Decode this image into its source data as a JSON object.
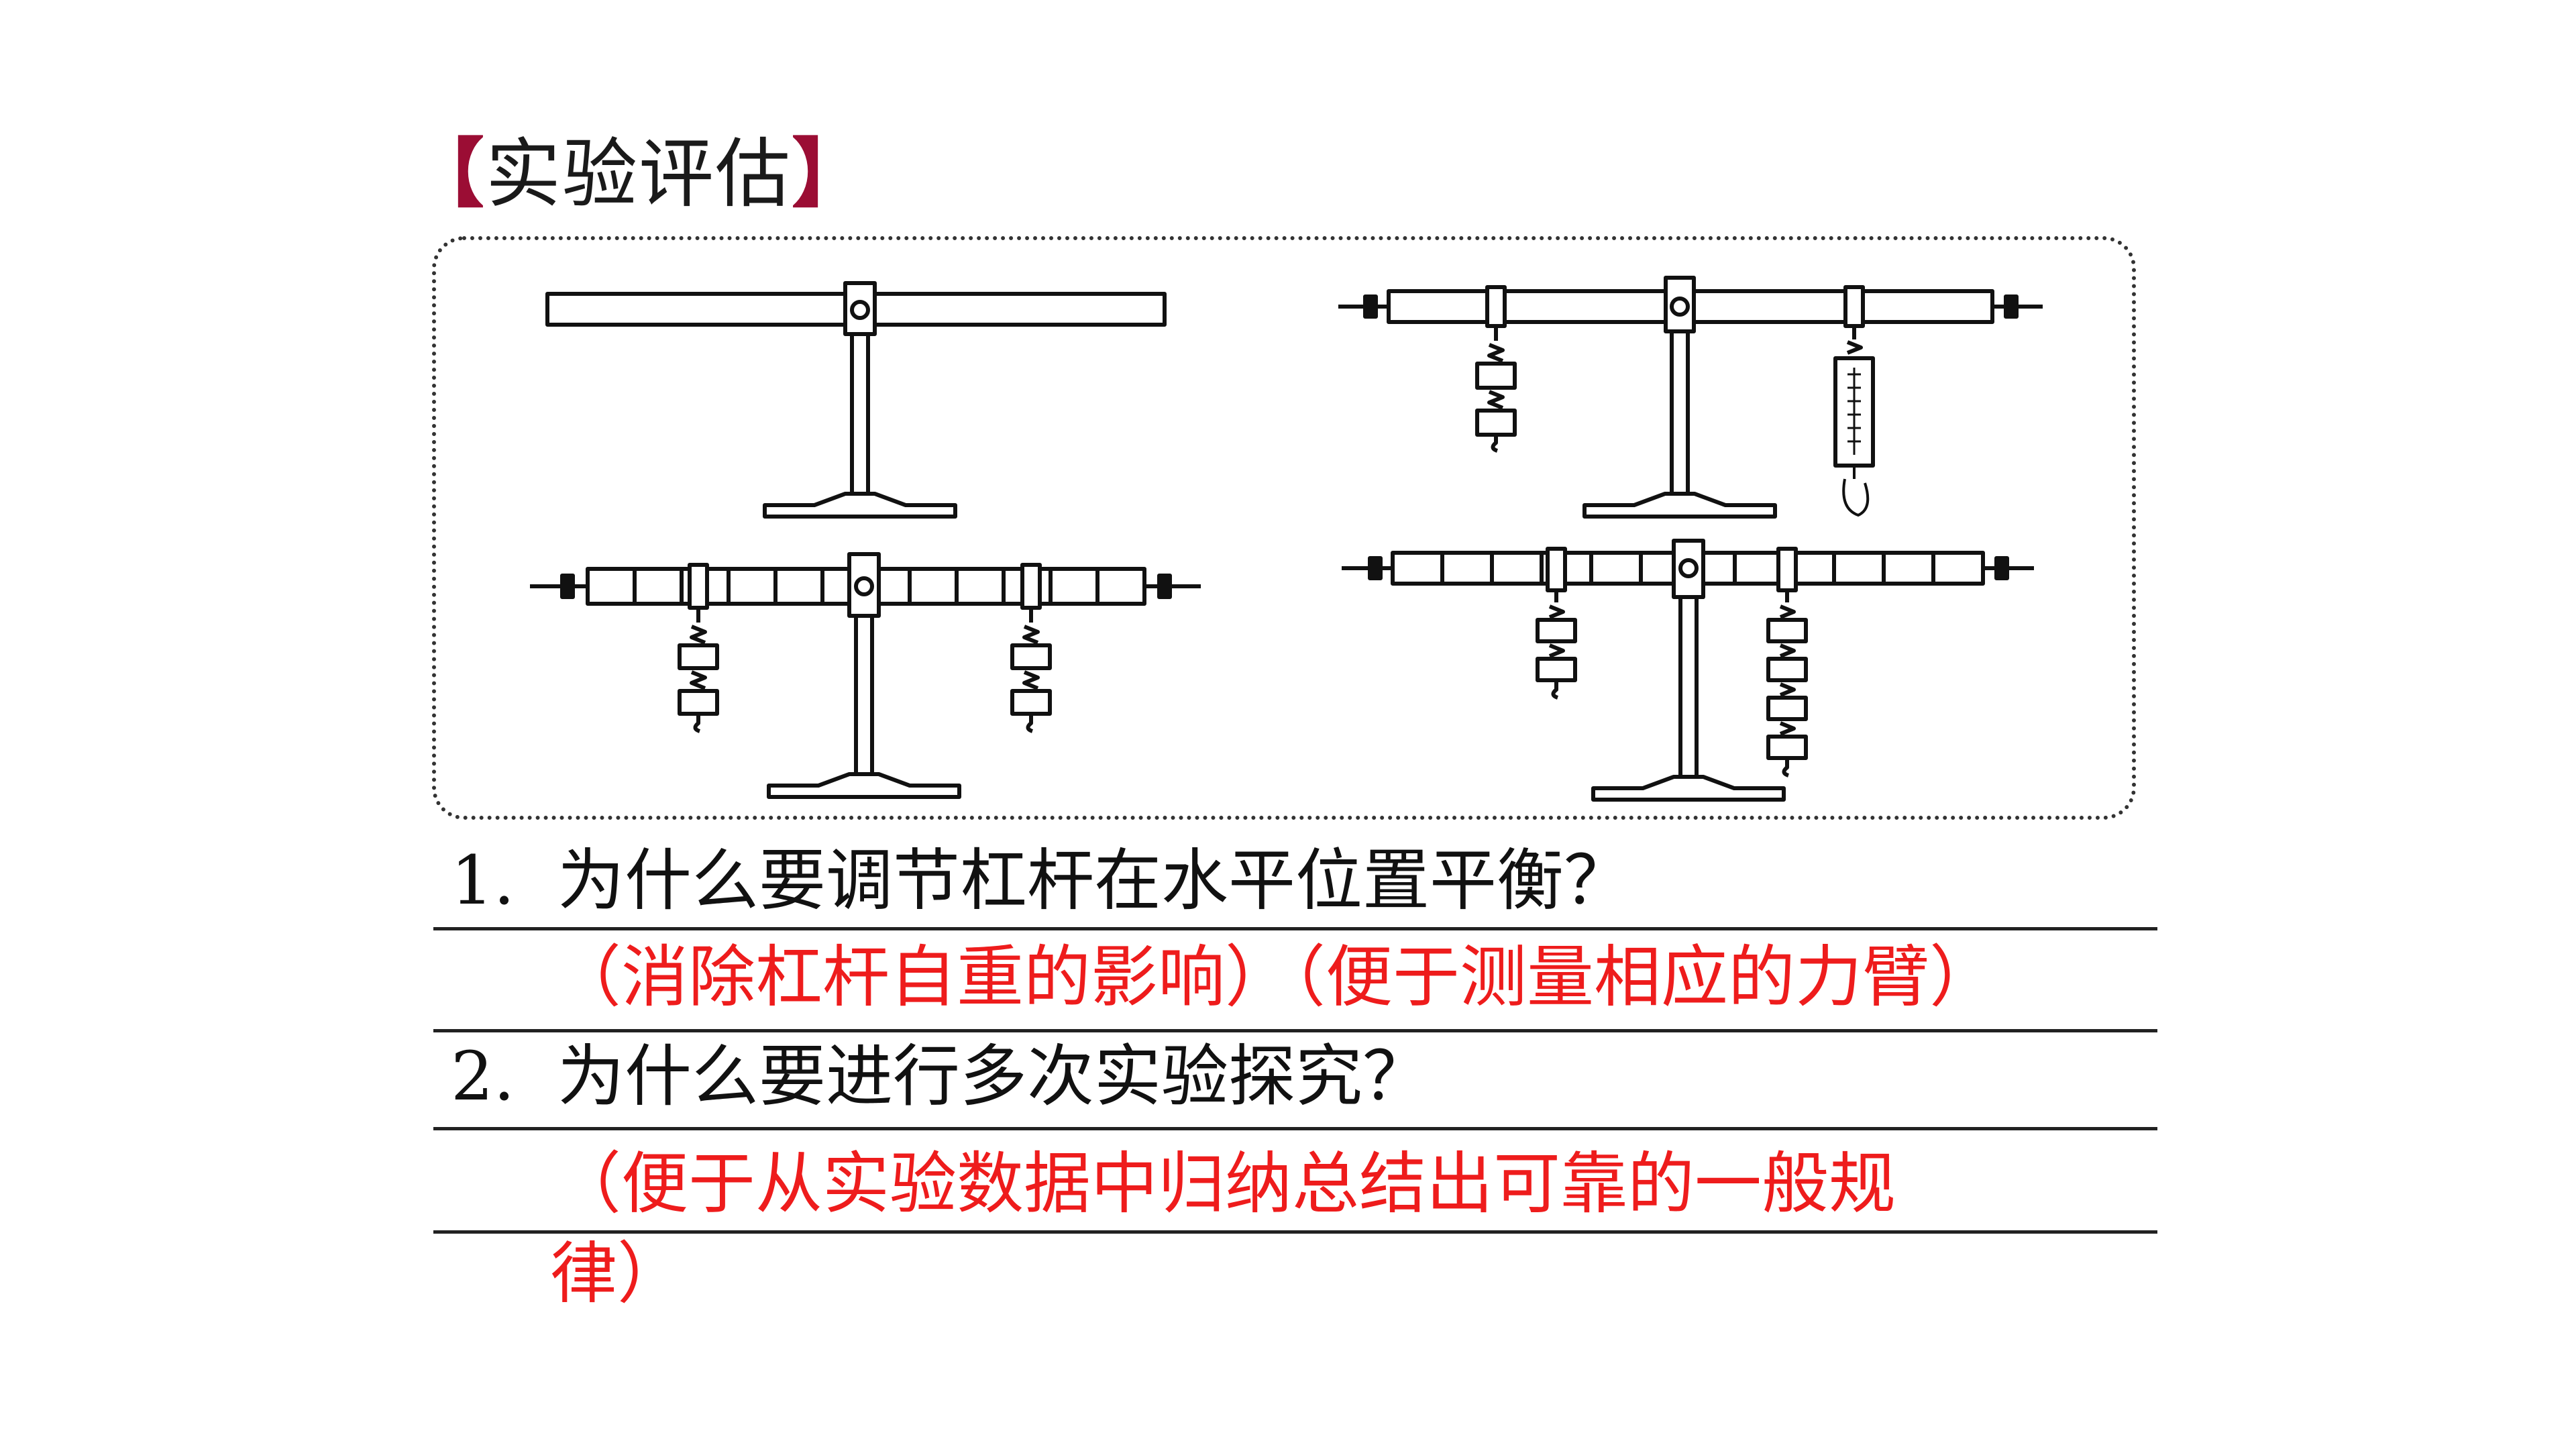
{
  "slide": {
    "title_open": "【",
    "title_text": "实验评估",
    "title_close": "】"
  },
  "colors": {
    "bracket": "#9b0d34",
    "answer": "#ee1c1c",
    "question": "#111111"
  },
  "questions": [
    {
      "number": "1.",
      "text": "为什么要调节杠杆在水平位置平衡？",
      "answer_line1": "（消除杠杆自重的影响）（便于测量相应的力臂）"
    },
    {
      "number": "2.",
      "text": "为什么要进行多次实验探究？",
      "answer_line1": "（便于从实验数据中归纳总结出可靠的一般规",
      "answer_line2": "律）"
    }
  ],
  "figure": {
    "panels": [
      {
        "id": "plain-lever",
        "weights_left": 0,
        "weights_right": 0,
        "spring_scale": false
      },
      {
        "id": "lever-spring-scale",
        "weights_left": 2,
        "weights_right": 0,
        "spring_scale": true
      },
      {
        "id": "lever-equal-weights",
        "weights_left": 2,
        "weights_right": 2,
        "spring_scale": false
      },
      {
        "id": "lever-unequal-weights",
        "weights_left": 2,
        "weights_right": 4,
        "spring_scale": false
      }
    ]
  }
}
